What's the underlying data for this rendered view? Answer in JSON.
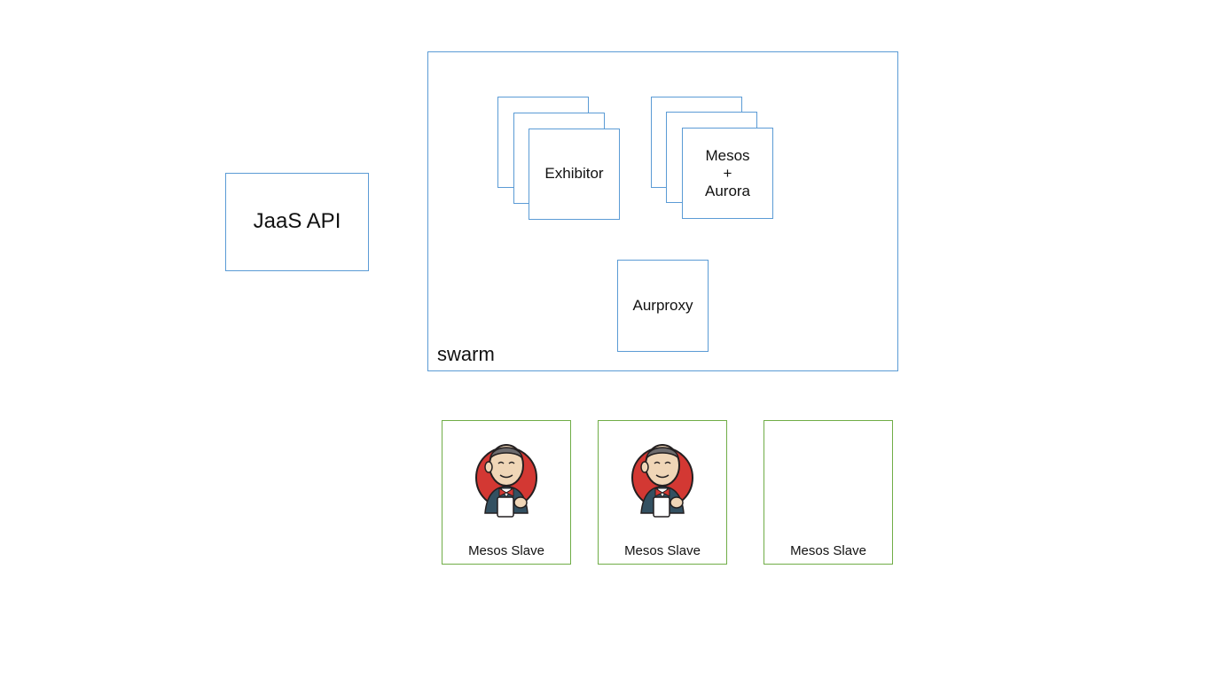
{
  "jaas_api": {
    "label": "JaaS API"
  },
  "swarm": {
    "label": "swarm",
    "exhibitor": {
      "label": "Exhibitor"
    },
    "mesos_aurora": {
      "lines": [
        "Mesos",
        "+",
        "Aurora"
      ]
    },
    "aurproxy": {
      "label": "Aurproxy"
    }
  },
  "slaves": [
    {
      "label": "Mesos Slave",
      "icon": "jenkins-butler-icon"
    },
    {
      "label": "Mesos Slave",
      "icon": "jenkins-butler-icon"
    },
    {
      "label": "Mesos Slave",
      "icon": ""
    }
  ],
  "colors": {
    "blue_border": "#5b9bd5",
    "green_border": "#70ad47"
  }
}
